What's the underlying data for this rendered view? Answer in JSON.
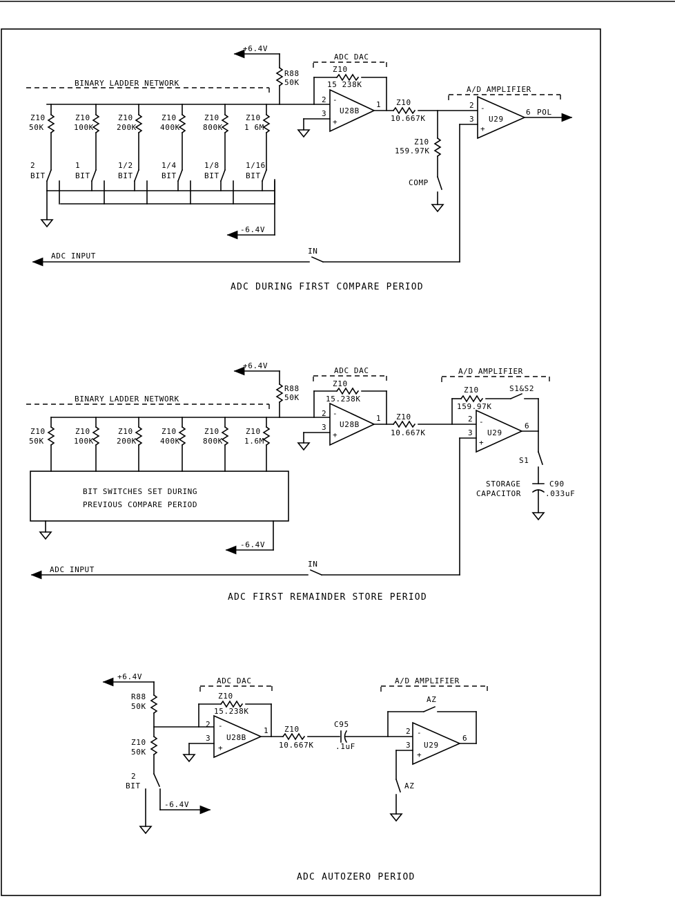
{
  "section1": {
    "title": "ADC DURING FIRST COMPARE PERIOD",
    "vplus": "+6.4V",
    "vminus": "-6.4V",
    "ladder_label": "BINARY LADDER NETWORK",
    "r88": "R88",
    "r88_val": "50K",
    "dac_group": "ADC DAC",
    "dac_fb_ref": "Z10",
    "dac_fb_val": "15 238K",
    "dac_amp": "U28B",
    "coupling_ref": "Z10",
    "coupling_val": "10.667K",
    "amp_group": "A/D AMPLIFIER",
    "amp": "U29",
    "comp_ref": "Z10",
    "comp_val": "159.97K",
    "comp_switch": "COMP",
    "output_pin": "6",
    "output_label": "POL",
    "input_label": "ADC INPUT",
    "input_switch": "IN",
    "ladder_refs": [
      "Z10",
      "Z10",
      "Z10",
      "Z10",
      "Z10",
      "Z10"
    ],
    "ladder_vals": [
      "50K",
      "100K",
      "200K",
      "400K",
      "800K",
      "1 6M"
    ],
    "bit_top": [
      "2",
      "1",
      "1/2",
      "1/4",
      "1/8",
      "1/16"
    ],
    "bit_bottom": [
      "BIT",
      "BIT",
      "BIT",
      "BIT",
      "BIT",
      "BIT"
    ]
  },
  "section2": {
    "title": "ADC FIRST REMAINDER STORE PERIOD",
    "vplus": "+6.4V",
    "vminus": "-6.4V",
    "ladder_label": "BINARY LADDER NETWORK",
    "r88": "R88",
    "r88_val": "50K",
    "dac_group": "ADC DAC",
    "dac_fb_ref": "Z10",
    "dac_fb_val": "15.238K",
    "dac_amp": "U28B",
    "coupling_ref": "Z10",
    "coupling_val": "10.667K",
    "amp_group": "A/D AMPLIFIER",
    "amp": "U29",
    "amp_fb_ref": "Z10",
    "amp_fb_val": "159.97K",
    "amp_fb_switch": "S1&S2",
    "output_pin": "6",
    "s1": "S1",
    "cap_label_1": "STORAGE",
    "cap_label_2": "CAPACITOR",
    "cap_ref": "C90",
    "cap_val": ".033uF",
    "box_line_1": "BIT SWITCHES SET DURING",
    "box_line_2": "PREVIOUS COMPARE PERIOD",
    "input_label": "ADC INPUT",
    "input_switch": "IN",
    "ladder_refs": [
      "Z10",
      "Z10",
      "Z10",
      "Z10",
      "Z10",
      "Z10"
    ],
    "ladder_vals": [
      "50K",
      "100K",
      "200K",
      "400K",
      "800K",
      "1.6M"
    ]
  },
  "section3": {
    "title": "ADC AUTOZERO PERIOD",
    "vplus": "+6.4V",
    "vminus": "-6.4V",
    "r88": "R88",
    "r88_val": "50K",
    "z_ref": "Z10",
    "z_val": "50K",
    "bit_top": "2",
    "bit_bottom": "BIT",
    "dac_group": "ADC DAC",
    "dac_fb_ref": "Z10",
    "dac_fb_val": "15.238K",
    "dac_amp": "U28B",
    "coupling_ref": "Z10",
    "coupling_val": "10.667K",
    "cap_ref": "C95",
    "cap_val": ".1uF",
    "amp_group": "A/D AMPLIFIER",
    "amp": "U29",
    "az_fb": "AZ",
    "az_in": "AZ",
    "output_pin": "6"
  },
  "pins": {
    "inv": "2",
    "noninv": "3",
    "out_dac": "1",
    "minus": "-",
    "plus": "+"
  }
}
